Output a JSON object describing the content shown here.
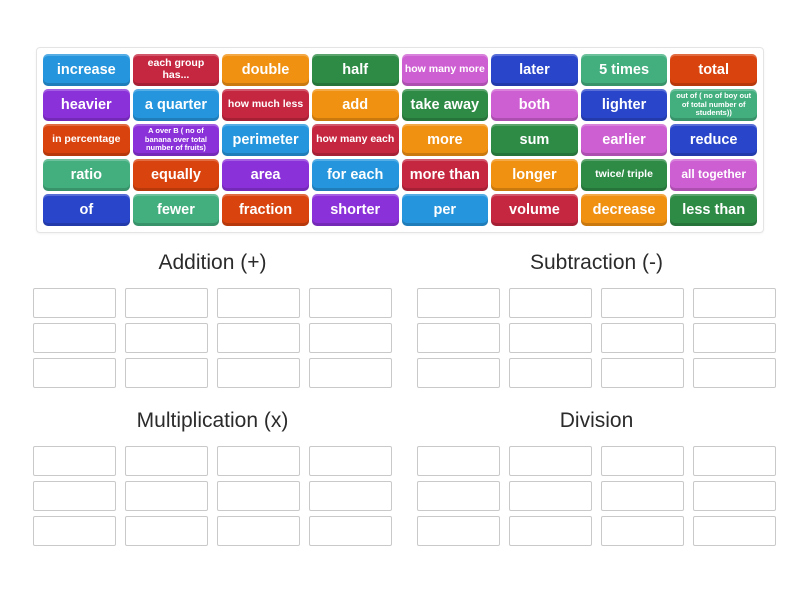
{
  "palette": {
    "lightblue": "#2596DD",
    "crimson": "#C52740",
    "orange": "#F09111",
    "green": "#2E8B46",
    "orchid": "#CE5FD2",
    "darkblue": "#2946CB",
    "seagreen": "#43AF7F",
    "orangered": "#D9430E",
    "purple": "#8B31DA"
  },
  "word_bank": {
    "tiles": [
      {
        "label": "increase",
        "color": "lightblue"
      },
      {
        "label": "each group has...",
        "color": "crimson"
      },
      {
        "label": "double",
        "color": "orange"
      },
      {
        "label": "half",
        "color": "green"
      },
      {
        "label": "how many more",
        "color": "orchid"
      },
      {
        "label": "later",
        "color": "darkblue"
      },
      {
        "label": "5 times",
        "color": "seagreen"
      },
      {
        "label": "total",
        "color": "orangered"
      },
      {
        "label": "heavier",
        "color": "purple"
      },
      {
        "label": "a quarter",
        "color": "lightblue"
      },
      {
        "label": "how much less",
        "color": "crimson"
      },
      {
        "label": "add",
        "color": "orange"
      },
      {
        "label": "take away",
        "color": "green"
      },
      {
        "label": "both",
        "color": "orchid"
      },
      {
        "label": "lighter",
        "color": "darkblue"
      },
      {
        "label": "out of ( no of boy out of total number of students))",
        "color": "seagreen"
      },
      {
        "label": "in percentage",
        "color": "orangered"
      },
      {
        "label": "A over B ( no of banana over total number of fruits)",
        "color": "purple"
      },
      {
        "label": "perimeter",
        "color": "lightblue"
      },
      {
        "label": "how many each",
        "color": "crimson"
      },
      {
        "label": "more",
        "color": "orange"
      },
      {
        "label": "sum",
        "color": "green"
      },
      {
        "label": "earlier",
        "color": "orchid"
      },
      {
        "label": "reduce",
        "color": "darkblue"
      },
      {
        "label": "ratio",
        "color": "seagreen"
      },
      {
        "label": "equally",
        "color": "orangered"
      },
      {
        "label": "area",
        "color": "purple"
      },
      {
        "label": "for each",
        "color": "lightblue"
      },
      {
        "label": "more than",
        "color": "crimson"
      },
      {
        "label": "longer",
        "color": "orange"
      },
      {
        "label": "twice/ triple",
        "color": "green"
      },
      {
        "label": "all together",
        "color": "orchid"
      },
      {
        "label": "of",
        "color": "darkblue"
      },
      {
        "label": "fewer",
        "color": "seagreen"
      },
      {
        "label": "fraction",
        "color": "orangered"
      },
      {
        "label": "shorter",
        "color": "purple"
      },
      {
        "label": "per",
        "color": "lightblue"
      },
      {
        "label": "volume",
        "color": "crimson"
      },
      {
        "label": "decrease",
        "color": "orange"
      },
      {
        "label": "less than",
        "color": "green"
      }
    ]
  },
  "groups": [
    {
      "label": "Addition (+)",
      "slot_count": 12
    },
    {
      "label": "Subtraction (-)",
      "slot_count": 12
    },
    {
      "label": "Multiplication (x)",
      "slot_count": 12
    },
    {
      "label": "Division",
      "slot_count": 12
    }
  ]
}
